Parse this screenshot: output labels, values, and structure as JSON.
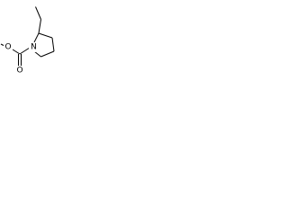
{
  "molecule": {
    "atoms": {
      "nitrogen": "N",
      "carbonyl_oxygen": "O",
      "ester_oxygen": "O"
    }
  }
}
